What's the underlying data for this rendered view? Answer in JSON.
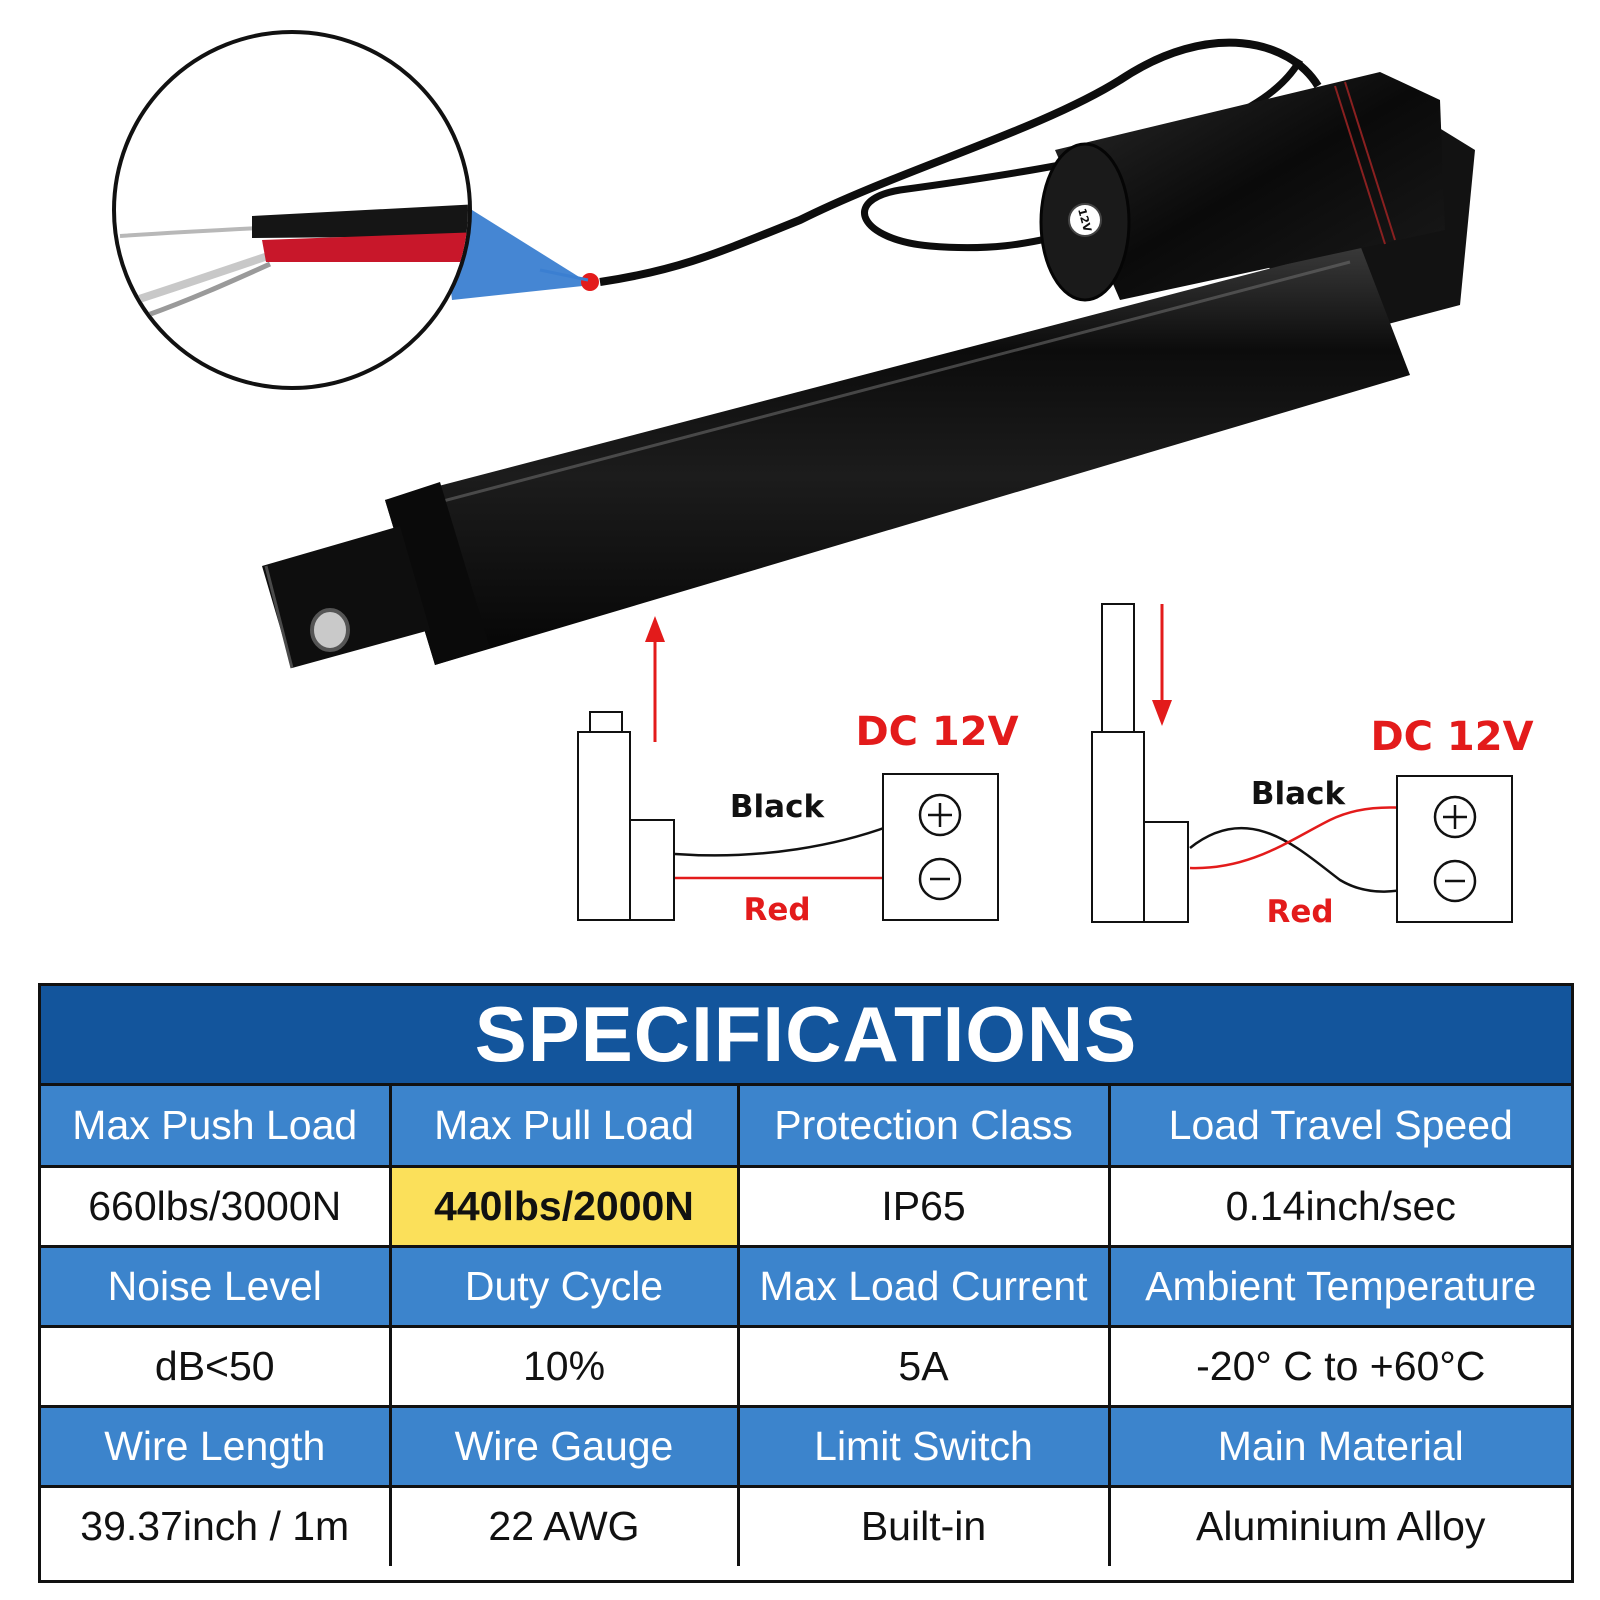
{
  "diagram_left": {
    "supply_label": "DC 12V",
    "wire_top_label": "Black",
    "wire_bottom_label": "Red",
    "direction": "extend"
  },
  "diagram_right": {
    "supply_label": "DC 12V",
    "wire_top_label": "Black",
    "wire_bottom_label": "Red",
    "direction": "retract"
  },
  "motor_label": "12V",
  "colors": {
    "title_bg": "#13559c",
    "header_bg": "#3c84cc",
    "highlight_bg": "#fbe05a",
    "label_red": "#e31b1b",
    "wire_red": "#e31b1b",
    "wire_black": "#111111"
  },
  "specs": {
    "title": "SPECIFICATIONS",
    "rows": [
      {
        "headers": [
          "Max Push Load",
          "Max Pull Load",
          "Protection Class",
          "Load Travel Speed"
        ],
        "values": [
          "660lbs/3000N",
          "440lbs/2000N",
          "IP65",
          "0.14inch/sec"
        ]
      },
      {
        "headers": [
          "Noise Level",
          "Duty Cycle",
          "Max Load Current",
          "Ambient Temperature"
        ],
        "values": [
          "dB<50",
          "10%",
          "5A",
          "-20° C to +60°C"
        ]
      },
      {
        "headers": [
          "Wire Length",
          "Wire Gauge",
          "Limit Switch",
          "Main Material"
        ],
        "values": [
          "39.37inch / 1m",
          "22 AWG",
          "Built-in",
          "Aluminium Alloy"
        ]
      }
    ]
  }
}
